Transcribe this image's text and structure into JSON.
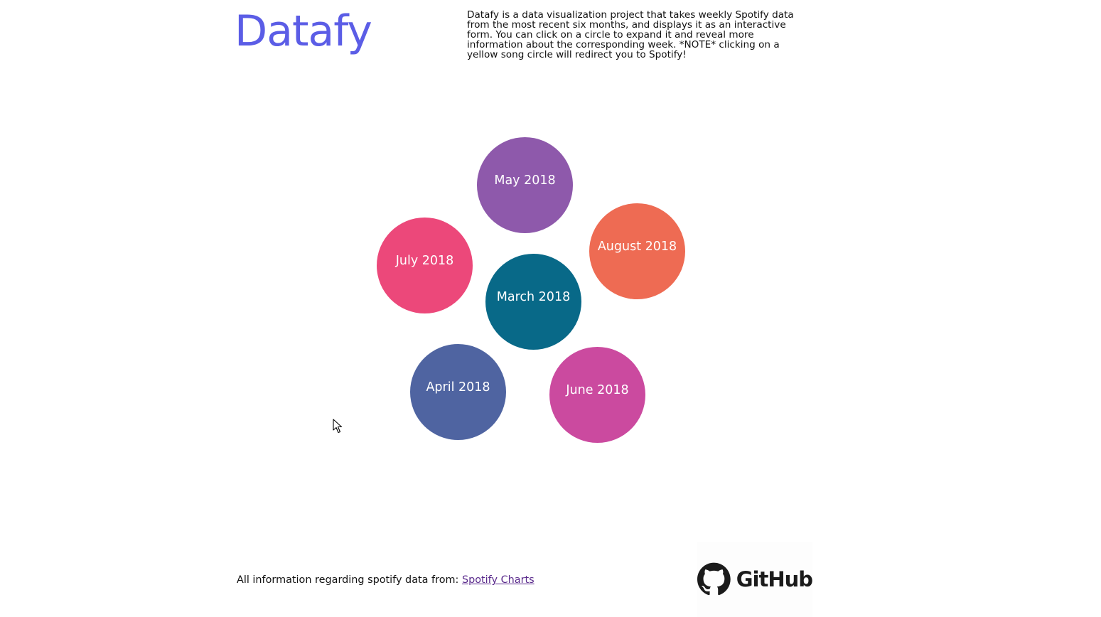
{
  "header": {
    "title": "Datafy",
    "title_color": "#5b5de6",
    "description": "Datafy is a data visualization project that takes weekly Spotify data from the most recent six months, and displays it as an interactive form. You can click on a circle to expand it and reveal more information about the corresponding week. *NOTE* clicking on a yellow song circle will redirect you to Spotify!"
  },
  "bubbles": [
    {
      "label": "May 2018",
      "color": "#8e59ab"
    },
    {
      "label": "August 2018",
      "color": "#ee6b53"
    },
    {
      "label": "July 2018",
      "color": "#ec487a"
    },
    {
      "label": "March 2018",
      "color": "#086988"
    },
    {
      "label": "April 2018",
      "color": "#4f64a1"
    },
    {
      "label": "June 2018",
      "color": "#cb4a9f"
    }
  ],
  "footer": {
    "prefix": "All information regarding spotify data from: ",
    "link_text": "Spotify Charts",
    "github_label": "GitHub",
    "github_icon": "github-octocat-icon"
  }
}
